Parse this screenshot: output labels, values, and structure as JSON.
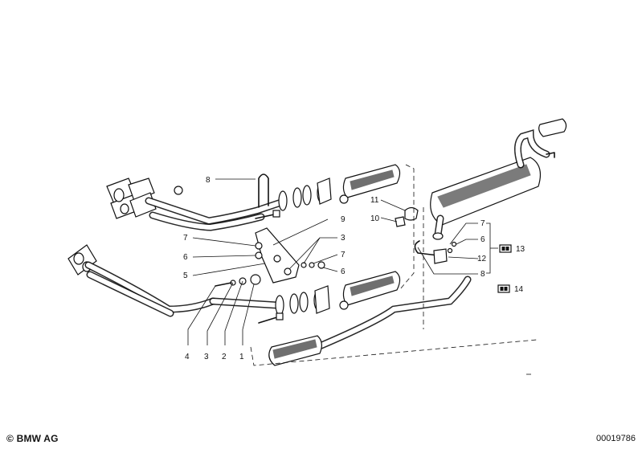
{
  "callouts": {
    "c1": "1",
    "c2": "2",
    "c3": "3",
    "c4": "4",
    "c5": "5",
    "c6": "6",
    "c7": "7",
    "c8": "8",
    "c9": "9",
    "c10": "10",
    "c11": "11",
    "c12": "12",
    "c13": "13",
    "c14": "14",
    "c3b": "3",
    "c6b": "6",
    "c6c": "6",
    "c7b": "7",
    "c7c": "7",
    "c8b": "8"
  },
  "footer": {
    "copyright": "© BMW AG",
    "diagram_number": "00019786"
  },
  "colors": {
    "ink": "#111111",
    "paper": "#ffffff"
  }
}
